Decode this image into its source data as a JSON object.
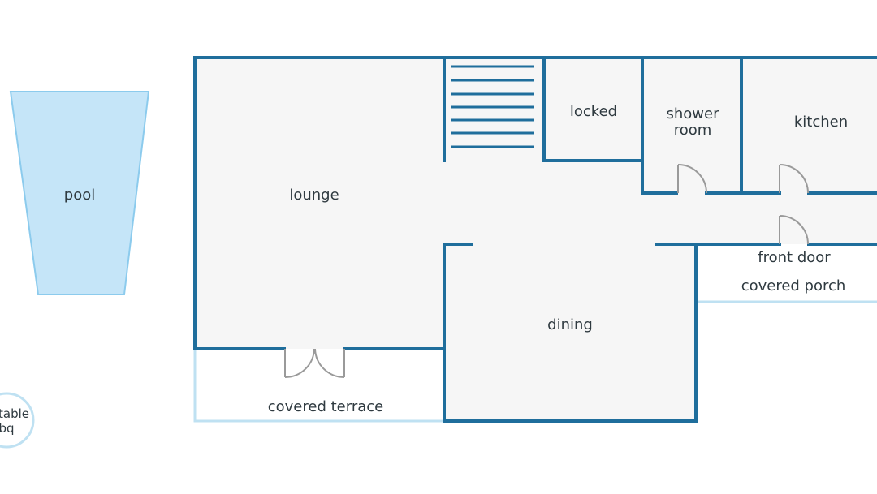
{
  "rooms": {
    "pool": "pool",
    "lounge": "lounge",
    "locked": "locked",
    "shower_room_line1": "shower",
    "shower_room_line2": "room",
    "kitchen": "kitchen",
    "front_door": "front door",
    "covered_porch": "covered porch",
    "dining": "dining",
    "covered_terrace": "covered terrace",
    "bbq_line1": "table",
    "bbq_line2": "bq"
  },
  "colors": {
    "wall": "#1f6e9c",
    "floor": "#f6f6f6",
    "pool_fill": "#c5e5f8",
    "pool_stroke": "#8ccbed",
    "outdoor_line": "#bfe1f2"
  }
}
